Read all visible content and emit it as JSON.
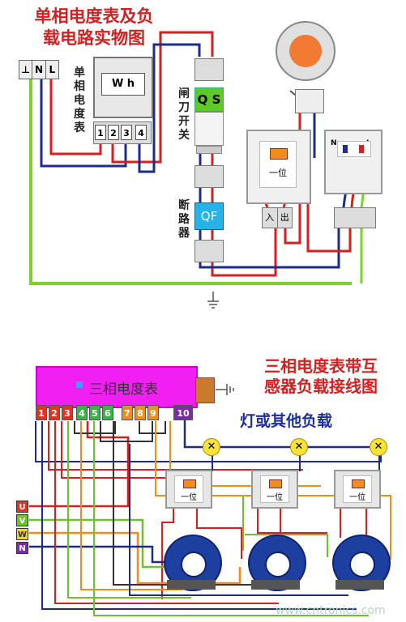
{
  "top": {
    "title_line1": "单相电度表及负",
    "title_line2": "载电路实物图",
    "terminal_labels": [
      "⊥",
      "N",
      "L"
    ],
    "meter_side_label": "单相电度表",
    "meter_face": "W h",
    "meter_terminals": [
      "1",
      "2",
      "3",
      "4"
    ],
    "knife_switch_label": "闸刀开关",
    "knife_switch_face": "Q S",
    "breaker_label": "断路器",
    "breaker_face": "QF",
    "switch_text": "一位",
    "switch_in": "入",
    "switch_out": "出",
    "socket_n": "N",
    "socket_l": "L"
  },
  "bottom": {
    "meter_name": "三相电度表",
    "title_line1": "三相电度表带互",
    "title_line2": "感器负载接线图",
    "load_label": "灯或其他负载",
    "terminals": [
      "1",
      "2",
      "3",
      "4",
      "5",
      "6",
      "7",
      "8",
      "9",
      "10"
    ],
    "phases": [
      "U",
      "V",
      "W",
      "N"
    ],
    "switch_text": "一位"
  },
  "watermark": "www.cntronics.com",
  "colors": {
    "wire_red": "#d81e1e",
    "wire_blue": "#1d2c8c",
    "wire_green": "#7bd32a",
    "wire_orange": "#f08c1a",
    "meter_magenta": "#f21ff2"
  }
}
